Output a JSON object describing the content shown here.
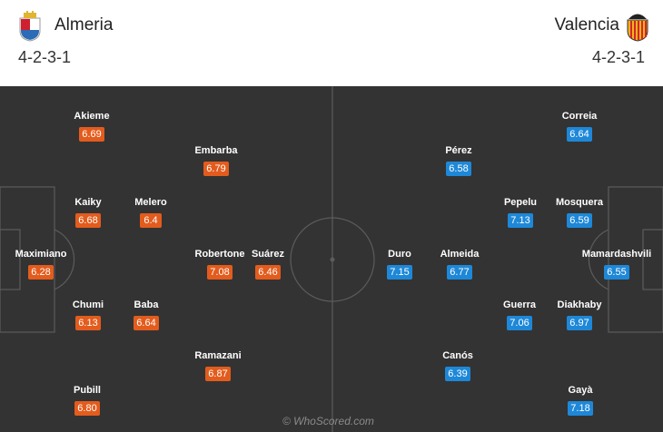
{
  "header": {
    "home": {
      "name": "Almeria",
      "formation": "4-2-3-1",
      "crest": "almeria-crest-icon"
    },
    "away": {
      "name": "Valencia",
      "formation": "4-2-3-1",
      "crest": "valencia-crest-icon"
    }
  },
  "colors": {
    "pitch": "#333333",
    "home_rating": "#e35c1d",
    "away_rating": "#1e88d8"
  },
  "home_players": [
    {
      "name": "Akieme",
      "rating": "6.69"
    },
    {
      "name": "Embarba",
      "rating": "6.79"
    },
    {
      "name": "Kaiky",
      "rating": "6.68"
    },
    {
      "name": "Melero",
      "rating": "6.4"
    },
    {
      "name": "Maximiano",
      "rating": "6.28"
    },
    {
      "name": "Robertone",
      "rating": "7.08"
    },
    {
      "name": "Suárez",
      "rating": "6.46"
    },
    {
      "name": "Chumi",
      "rating": "6.13"
    },
    {
      "name": "Baba",
      "rating": "6.64"
    },
    {
      "name": "Ramazani",
      "rating": "6.87"
    },
    {
      "name": "Pubill",
      "rating": "6.80"
    }
  ],
  "away_players": [
    {
      "name": "Correia",
      "rating": "6.64"
    },
    {
      "name": "Pérez",
      "rating": "6.58"
    },
    {
      "name": "Pepelu",
      "rating": "7.13"
    },
    {
      "name": "Mosquera",
      "rating": "6.59"
    },
    {
      "name": "Duro",
      "rating": "7.15"
    },
    {
      "name": "Almeida",
      "rating": "6.77"
    },
    {
      "name": "Mamardashvili",
      "rating": "6.55"
    },
    {
      "name": "Guerra",
      "rating": "7.06"
    },
    {
      "name": "Diakhaby",
      "rating": "6.97"
    },
    {
      "name": "Canós",
      "rating": "6.39"
    },
    {
      "name": "Gayà",
      "rating": "7.18"
    }
  ],
  "footer": {
    "credit": "© WhoScored.com"
  }
}
